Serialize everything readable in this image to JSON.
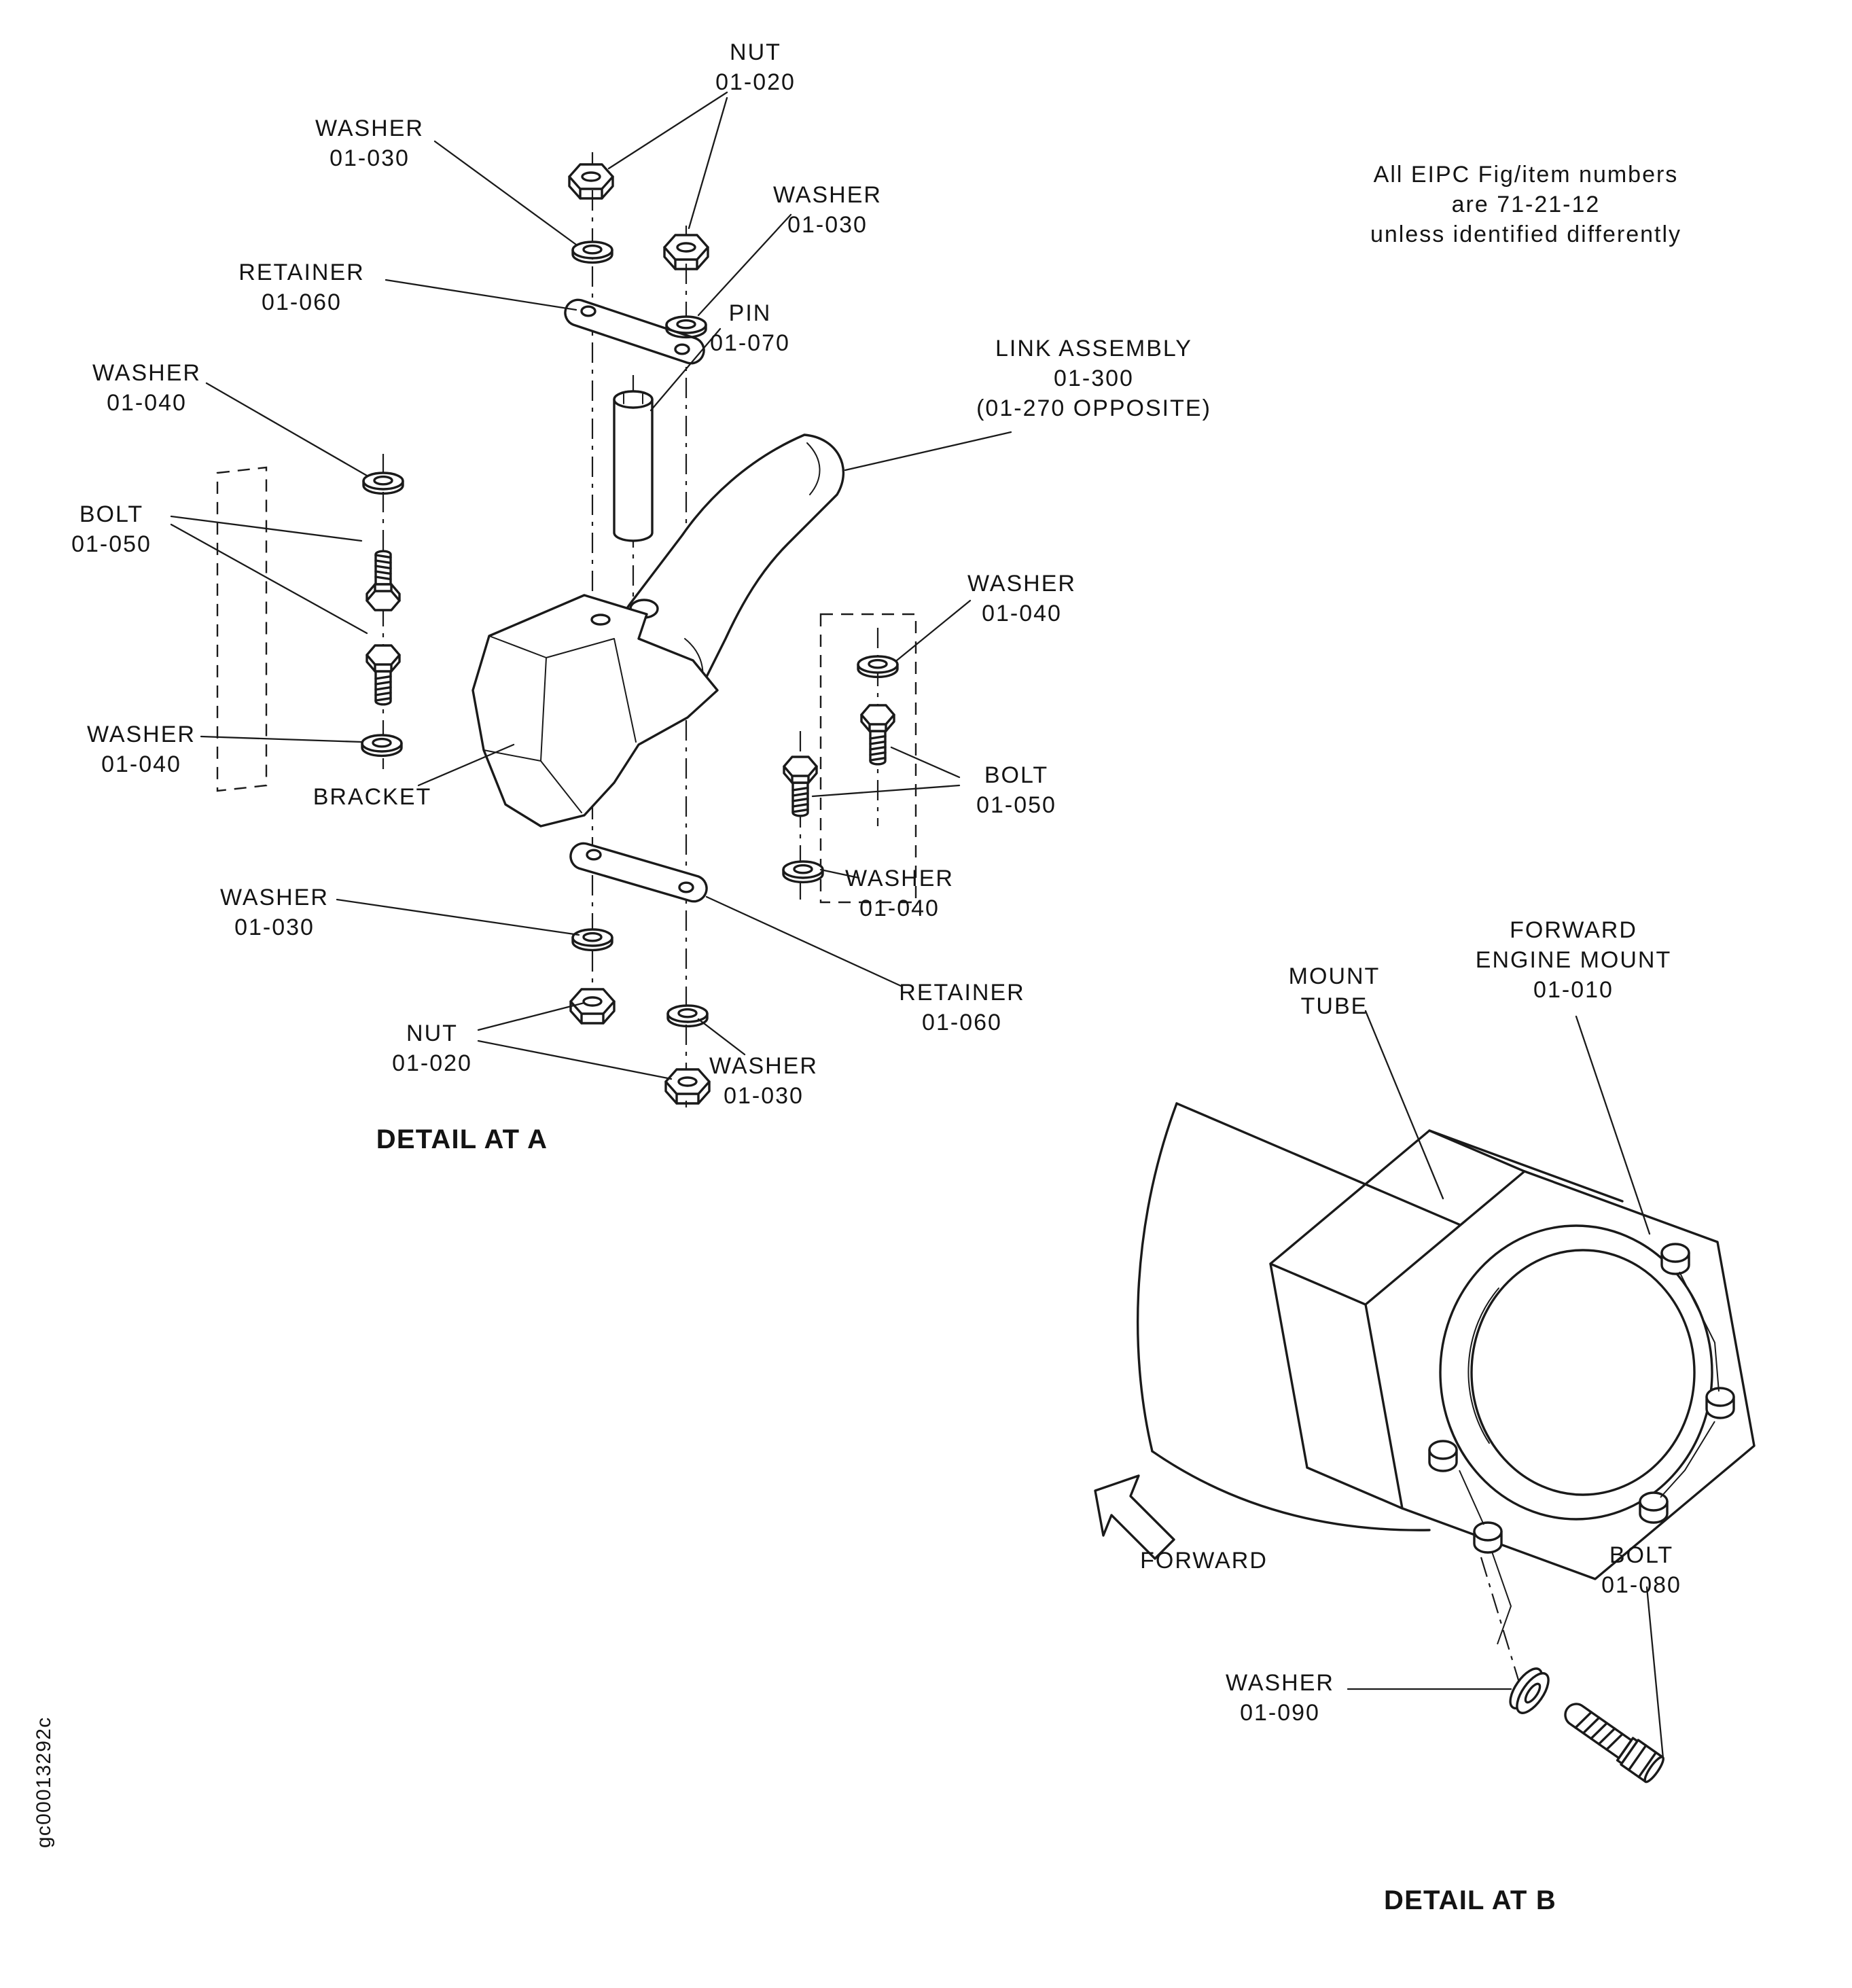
{
  "figure": {
    "note": {
      "line1": "All EIPC Fig/item numbers",
      "line2": "are 71-21-12",
      "line3": "unless identified differently"
    },
    "doc_code": "gc00013292c"
  },
  "detail_a": {
    "title": "DETAIL AT A",
    "labels": {
      "nut_top": {
        "name": "NUT",
        "num": "01-020"
      },
      "washer_top_left": {
        "name": "WASHER",
        "num": "01-030"
      },
      "washer_top_right": {
        "name": "WASHER",
        "num": "01-030"
      },
      "retainer_top": {
        "name": "RETAINER",
        "num": "01-060"
      },
      "pin": {
        "name": "PIN",
        "num": "01-070"
      },
      "washer_left_upper": {
        "name": "WASHER",
        "num": "01-040"
      },
      "link_assembly": {
        "name": "LINK ASSEMBLY",
        "num": "01-300",
        "alt": "(01-270 OPPOSITE)"
      },
      "bolt_left": {
        "name": "BOLT",
        "num": "01-050"
      },
      "washer_right_upper": {
        "name": "WASHER",
        "num": "01-040"
      },
      "washer_left_lower": {
        "name": "WASHER",
        "num": "01-040"
      },
      "bolt_right": {
        "name": "BOLT",
        "num": "01-050"
      },
      "bracket": {
        "name": "BRACKET"
      },
      "washer_center_lower": {
        "name": "WASHER",
        "num": "01-040"
      },
      "washer_bottom_left": {
        "name": "WASHER",
        "num": "01-030"
      },
      "retainer_bottom": {
        "name": "RETAINER",
        "num": "01-060"
      },
      "nut_bottom": {
        "name": "NUT",
        "num": "01-020"
      },
      "washer_bottom_mid": {
        "name": "WASHER",
        "num": "01-030"
      }
    }
  },
  "detail_b": {
    "title": "DETAIL AT B",
    "labels": {
      "mount_tube": {
        "line1": "MOUNT",
        "line2": "TUBE"
      },
      "forward_engine_mount": {
        "line1": "FORWARD",
        "line2": "ENGINE MOUNT",
        "num": "01-010"
      },
      "forward_direction": {
        "name": "FORWARD"
      },
      "bolt": {
        "name": "BOLT",
        "num": "01-080"
      },
      "washer": {
        "name": "WASHER",
        "num": "01-090"
      }
    }
  }
}
